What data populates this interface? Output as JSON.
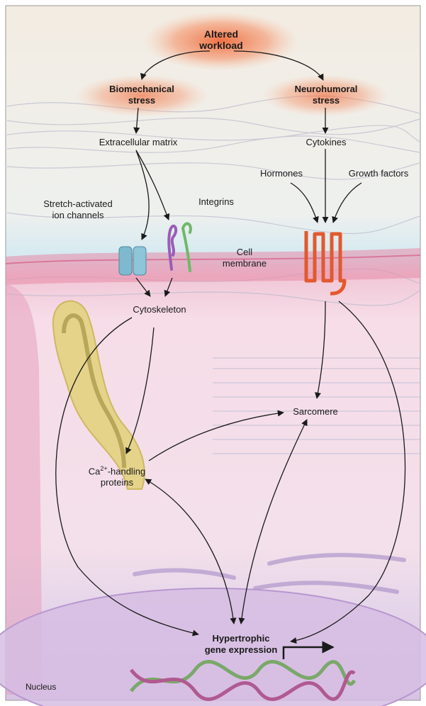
{
  "labels": {
    "altered_workload": [
      "Altered",
      "workload"
    ],
    "biomechanical_stress": [
      "Biomechanical",
      "stress"
    ],
    "neurohumoral_stress": [
      "Neurohumoral",
      "stress"
    ],
    "extracellular_matrix": "Extracellular matrix",
    "cytokines": "Cytokines",
    "hormones": "Hormones",
    "growth_factors": "Growth factors",
    "stretch_activated": [
      "Stretch-activated",
      "ion channels"
    ],
    "integrins": "Integrins",
    "cell_membrane": [
      "Cell",
      "membrane"
    ],
    "cytoskeleton": "Cytoskeleton",
    "sarcomere": "Sarcomere",
    "ca_handling": {
      "prefix": "Ca",
      "superscript": "2+",
      "suffix": "-handling",
      "line2": "proteins"
    },
    "hypertrophic": [
      "Hypertrophic",
      "gene expression"
    ],
    "nucleus": "Nucleus"
  },
  "colors": {
    "stress_glow": "#f08a5d",
    "membrane": "#e07a9a",
    "membrane_band": "#cfe6ee",
    "cytoplasm": "#f6dbe6",
    "t_tubule": "#d9c46a",
    "nucleus": "#d9c3e4",
    "ion_channel": "#7fb9cf",
    "integrin_purple": "#9a5db5",
    "integrin_green": "#6fb86a",
    "receptor": "#e2592e",
    "arrow": "#1a1a1a"
  }
}
